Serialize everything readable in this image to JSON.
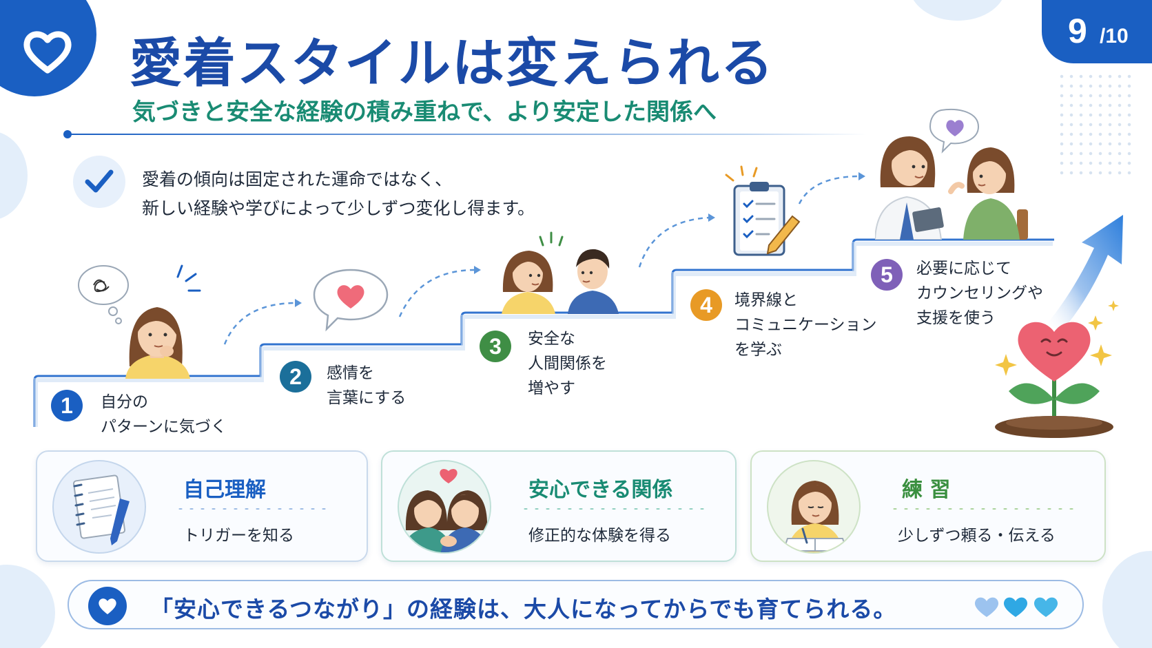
{
  "header": {
    "title": "愛着スタイルは変えられる",
    "subtitle": "気づきと安全な経験の積み重ねで、より安定した関係へ",
    "page_current": "9",
    "page_total": "/10"
  },
  "intro": {
    "line1": "愛着の傾向は固定された運命ではなく、",
    "line2": "新しい経験や学びによって少しずつ変化し得ます。"
  },
  "steps": [
    {
      "number": "1",
      "label": "自分の\nパターンに気づく",
      "color": "#1a5fc2"
    },
    {
      "number": "2",
      "label": "感情を\n言葉にする",
      "color": "#1b6f9a"
    },
    {
      "number": "3",
      "label": "安全な\n人間関係を\n増やす",
      "color": "#3f8e45"
    },
    {
      "number": "4",
      "label": "境界線と\nコミュニケーション\nを学ぶ",
      "color": "#e89a25"
    },
    {
      "number": "5",
      "label": "必要に応じて\nカウンセリングや\n支援を使う",
      "color": "#7f60b8"
    }
  ],
  "cards": [
    {
      "title": "自己理解",
      "subtitle": "トリガーを知る",
      "color": "#1a5fc2"
    },
    {
      "title": "安心できる関係",
      "subtitle": "修正的な体験を得る",
      "color": "#198b73"
    },
    {
      "title": "練 習",
      "subtitle": "少しずつ頼る・伝える",
      "color": "#3a8f3f"
    }
  ],
  "banner": {
    "text": "「安心できるつながり」の経験は、大人になってからでも育てられる。"
  },
  "icons": {
    "corner": "heart-icon",
    "check": "checkmark-icon",
    "banner": "heart-icon",
    "banner_trail": "hearts-icon"
  },
  "colors": {
    "primary": "#1a5fc2",
    "title": "#1b4aa7",
    "subtitle": "#198b73"
  }
}
